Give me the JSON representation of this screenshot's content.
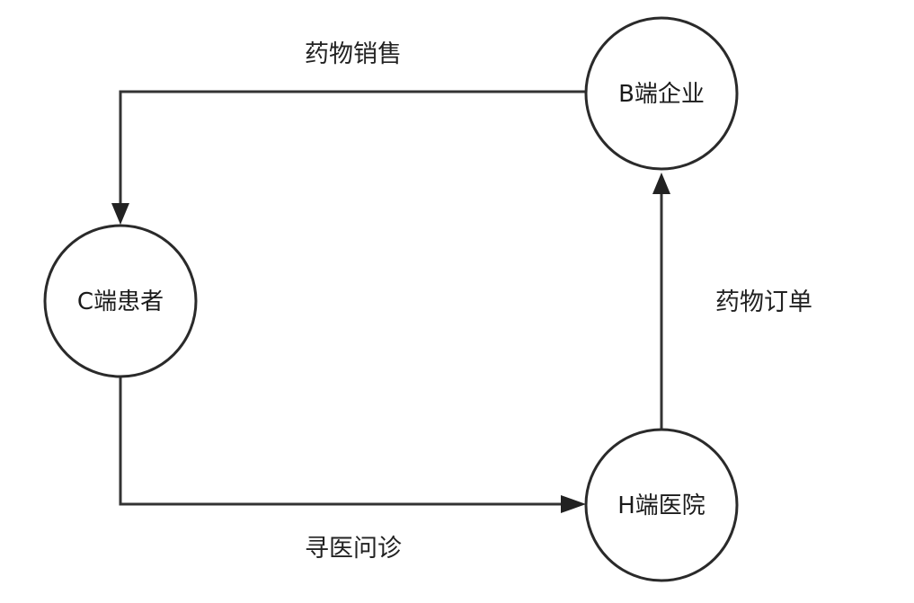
{
  "diagram": {
    "nodes": {
      "b_enterprise": "B端企业",
      "c_patient": "C端患者",
      "h_hospital": "H端医院"
    },
    "edges": {
      "drug_sales": "药物销售",
      "drug_orders": "药物订单",
      "medical_consultation": "寻医问诊"
    }
  }
}
